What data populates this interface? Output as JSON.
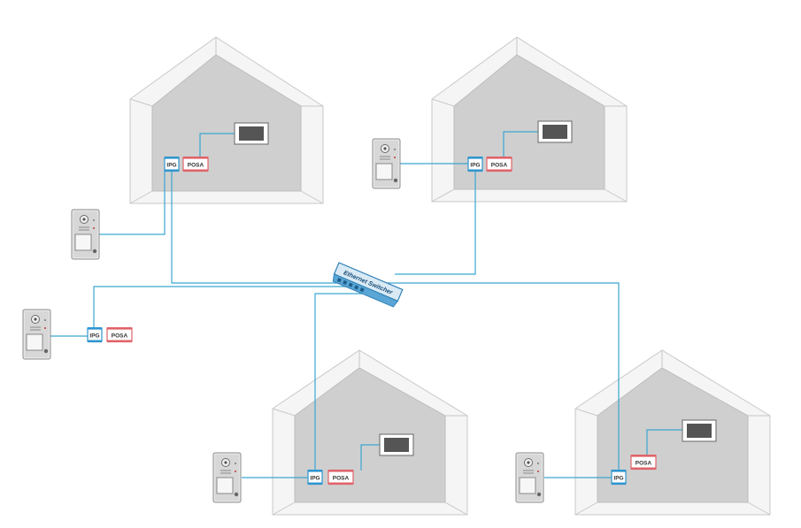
{
  "labels": {
    "ipg": "IPG",
    "poe": "POSA",
    "switch": "Ethernet Switcher"
  },
  "colors": {
    "network_line": "#3aa6d0",
    "ipg_box": "#2f95cf",
    "poe_box": "#e0636a",
    "house_wall": "#c9c9c9",
    "house_frame": "#f4f4f4",
    "outline": "#bdbdbd"
  },
  "components": {
    "houses": [
      "house-top-left",
      "house-top-right",
      "house-bottom-center",
      "house-bottom-right"
    ],
    "door_stations": 5,
    "indoor_monitors": 4,
    "icons": [
      "door-station-icon",
      "indoor-monitor-icon",
      "ethernet-switch-icon",
      "house-icon"
    ]
  }
}
